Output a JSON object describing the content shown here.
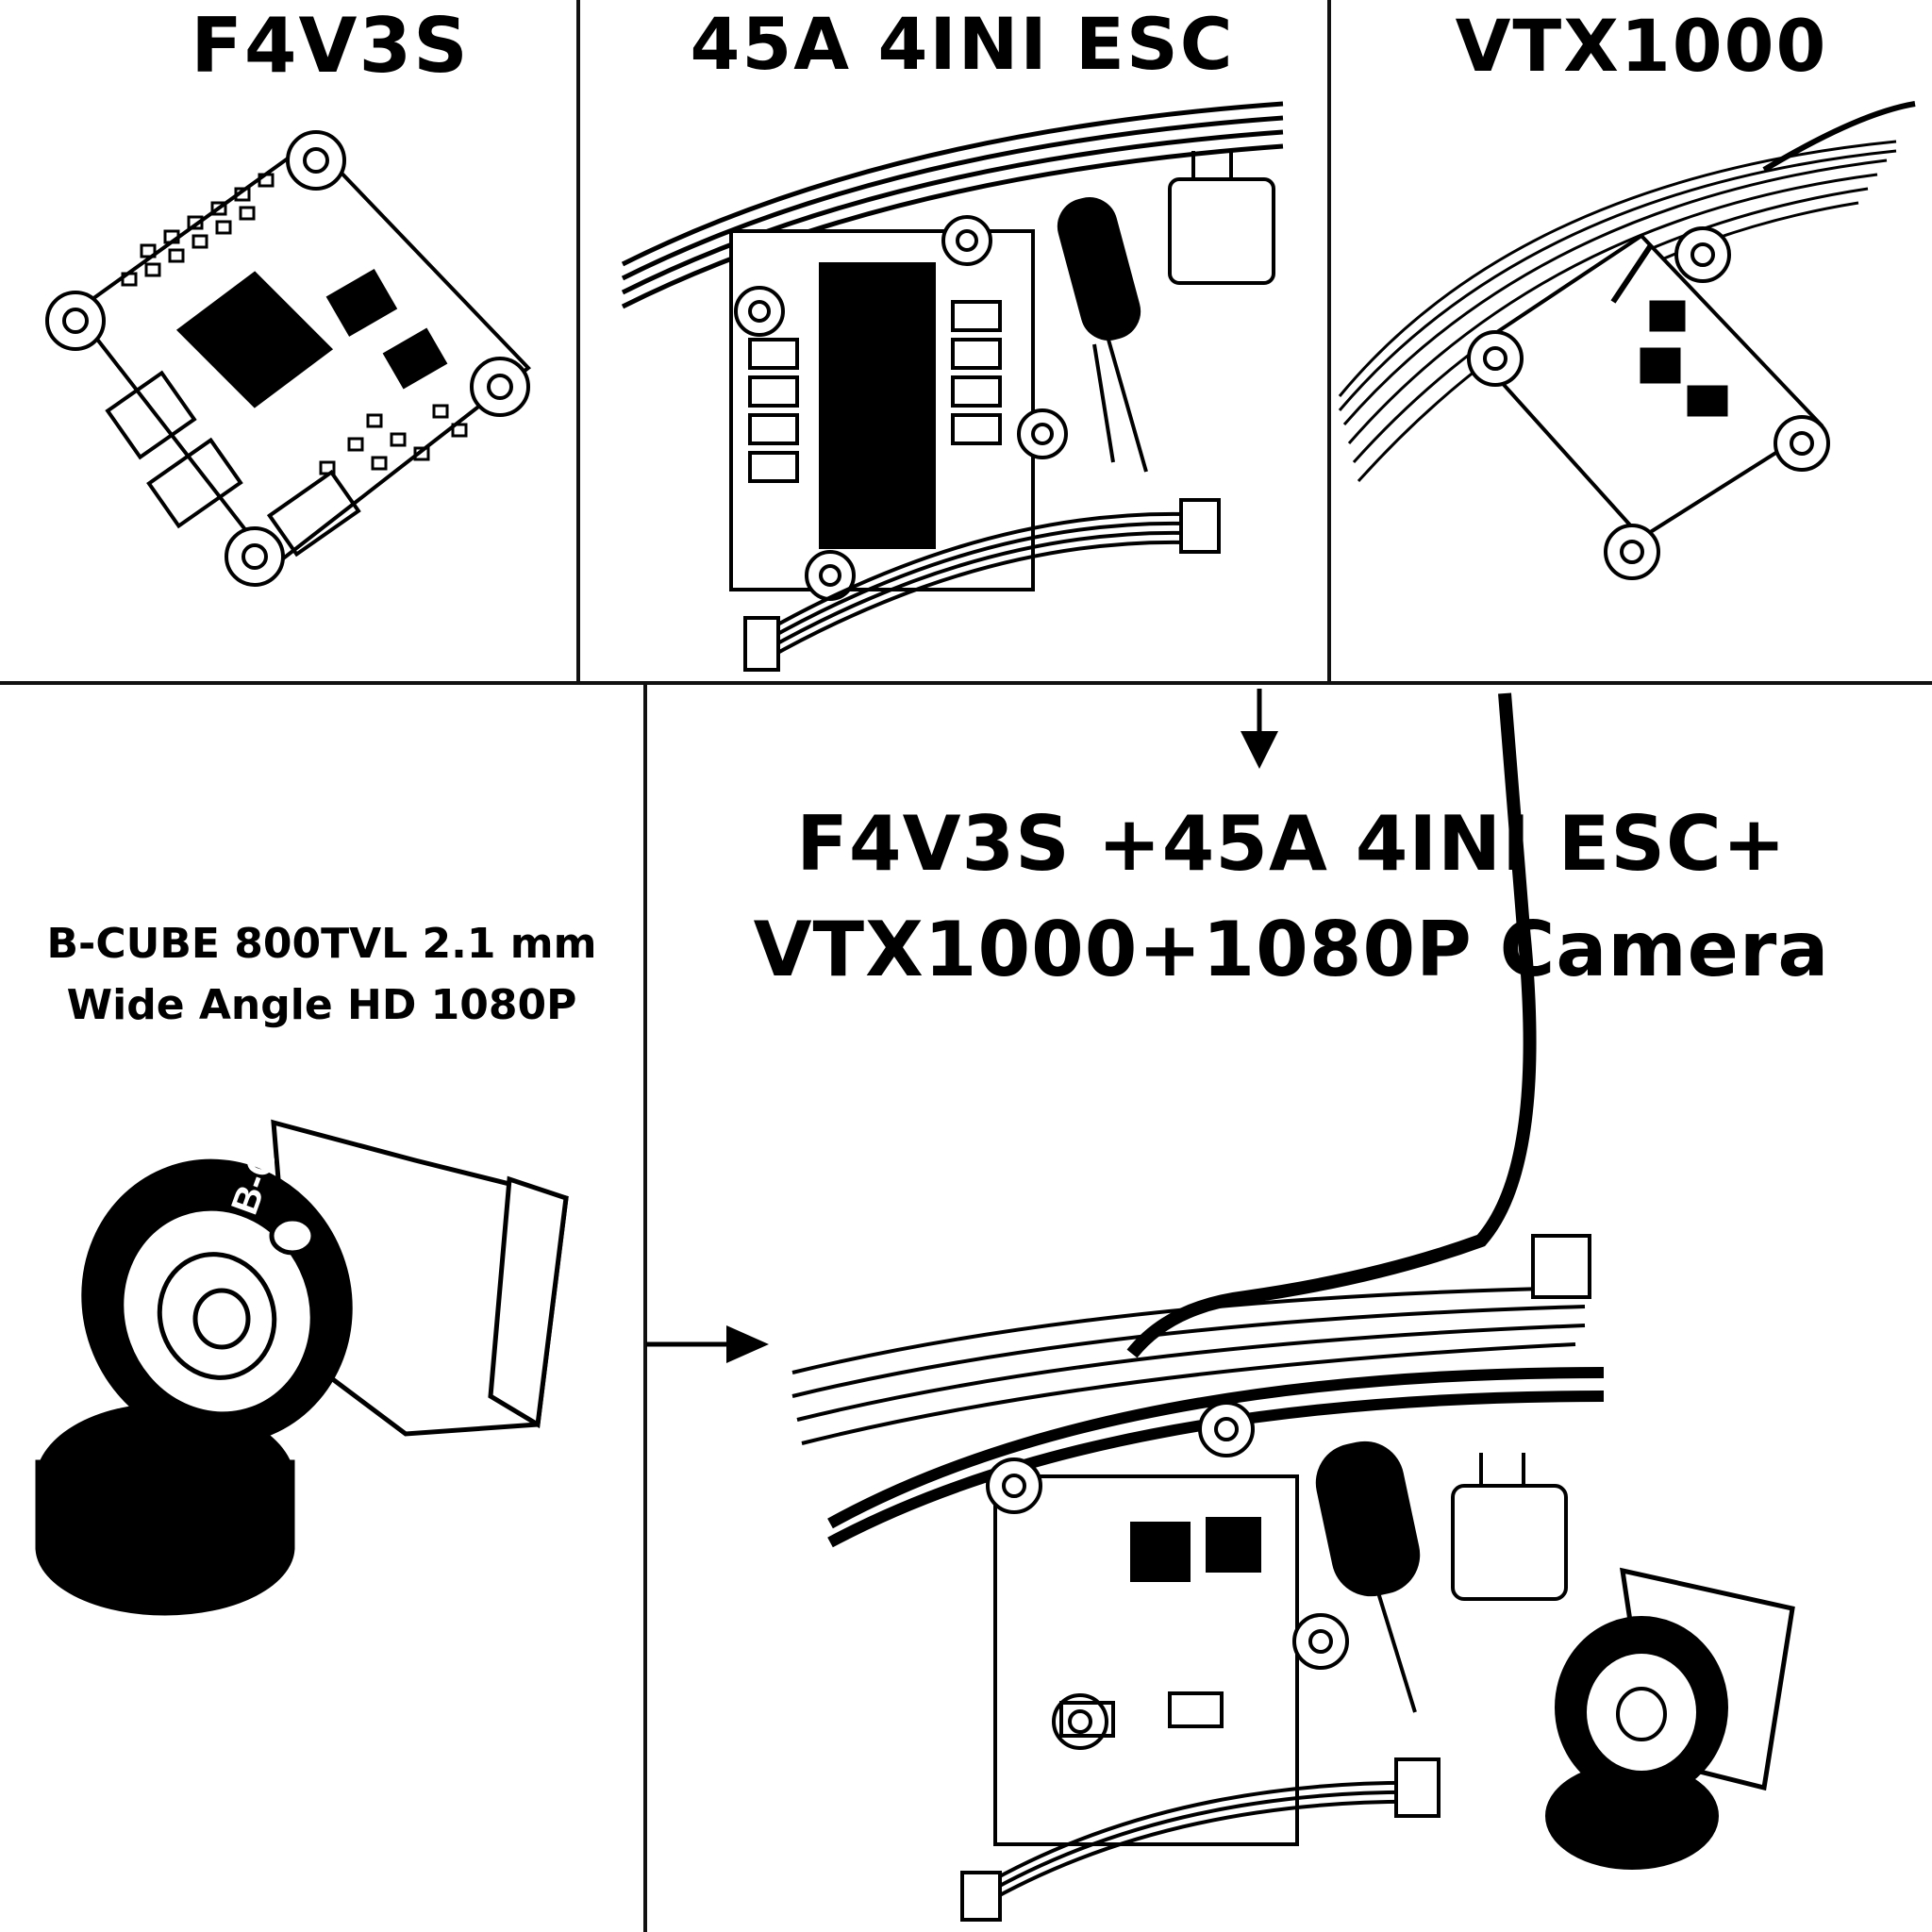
{
  "panels": {
    "fc": {
      "title": "F4V3S"
    },
    "esc": {
      "title": "45A 4INI ESC"
    },
    "vtx": {
      "title": "VTX1000"
    },
    "camera": {
      "caption_line1": "B-CUBE 800TVL 2.1 mm",
      "caption_line2": "Wide Angle HD 1080P"
    },
    "combo": {
      "title_line1": "F4V3S +45A 4INI ESC+",
      "title_line2": "VTX1000+1080P Camera"
    }
  },
  "camera_lens_label": "B-C",
  "colors": {
    "line": "#000000",
    "background": "#ffffff"
  }
}
